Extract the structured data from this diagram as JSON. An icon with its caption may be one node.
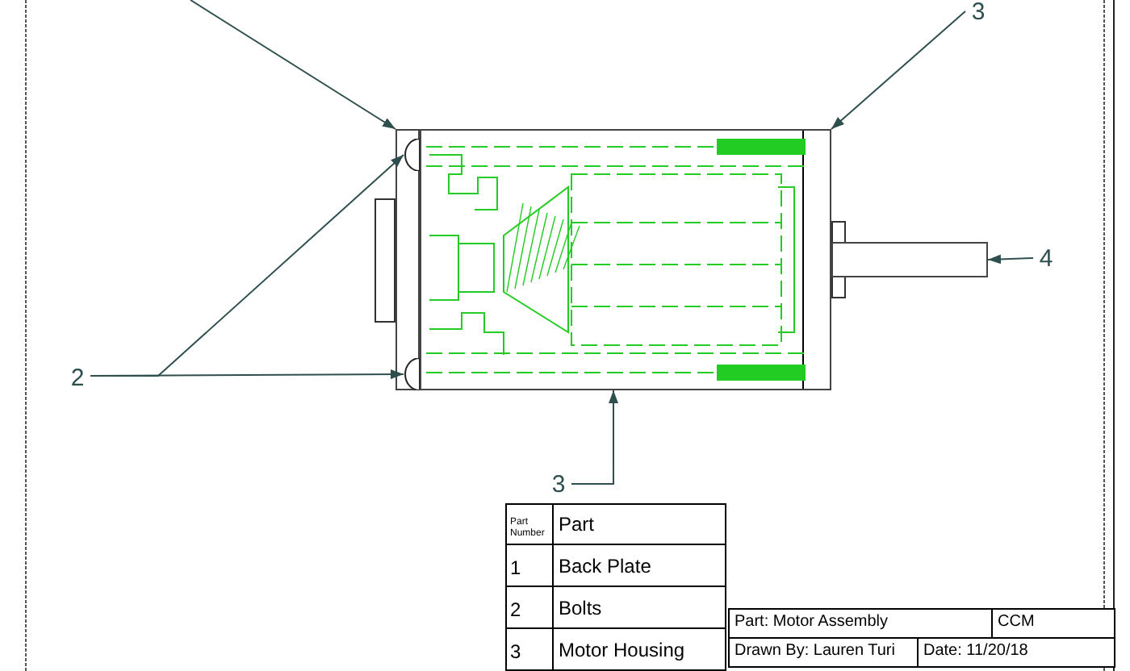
{
  "diagram": {
    "nodes": [
      {
        "text": [
          "2"
        ]
      },
      {
        "text": [
          "3"
        ]
      },
      {
        "text": [
          "4"
        ]
      },
      {
        "text": [
          "3"
        ]
      },
      {
        "text": [],
        "shape": "box"
      },
      {
        "text": [],
        "shape": "circle",
        "in": 4
      },
      {
        "text": [],
        "shape": "circle",
        "in": 4
      },
      {
        "text": [],
        "shape": "box"
      },
      {
        "text": [],
        "shape": "box"
      }
    ],
    "edges": [
      {
        "from": null,
        "to": 4,
        "arrow": "to"
      },
      {
        "from": 0,
        "to": 5,
        "arrow": "to"
      },
      {
        "from": 0,
        "to": 6,
        "arrow": "to"
      },
      {
        "from": 1,
        "to": 7,
        "arrow": "to"
      },
      {
        "from": 3,
        "to": 7,
        "arrow": "to"
      },
      {
        "from": 2,
        "to": 8,
        "arrow": "to"
      }
    ],
    "labels": [
      "Part Number",
      "Part",
      "1",
      "Back Plate",
      "2",
      "Bolts",
      "3",
      "Motor Housing",
      "Part: Motor Assembly",
      "CCM",
      "Drawn By: Lauren Turi",
      "Date: 11/20/18"
    ]
  }
}
